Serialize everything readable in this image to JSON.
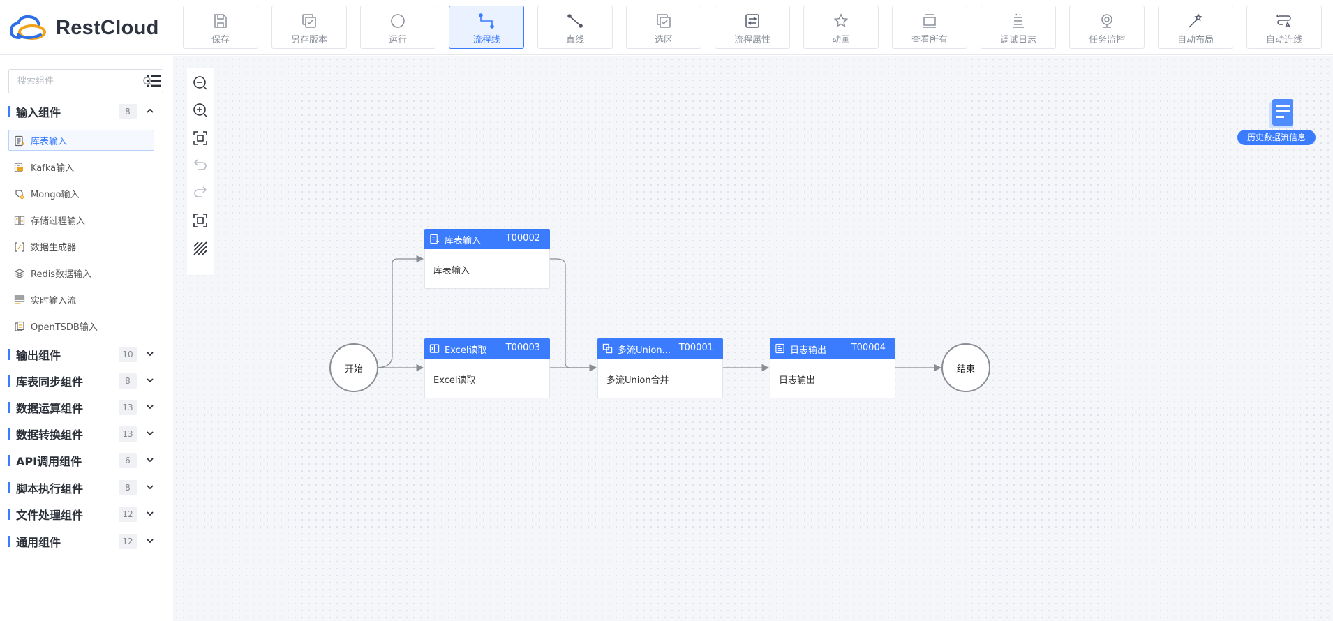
{
  "app": {
    "brand": "RestCloud"
  },
  "toolbar": [
    {
      "label": "保存",
      "icon": "save-icon"
    },
    {
      "label": "另存版本",
      "icon": "save-version-icon"
    },
    {
      "label": "运行",
      "icon": "run-icon"
    },
    {
      "label": "流程线",
      "icon": "flow-line-icon",
      "active": true
    },
    {
      "label": "直线",
      "icon": "straight-line-icon"
    },
    {
      "label": "选区",
      "icon": "selection-icon"
    },
    {
      "label": "流程属性",
      "icon": "flow-properties-icon"
    },
    {
      "label": "动画",
      "icon": "animation-star-icon"
    },
    {
      "label": "查看所有",
      "icon": "view-all-icon"
    },
    {
      "label": "调试日志",
      "icon": "debug-log-icon"
    },
    {
      "label": "任务监控",
      "icon": "task-monitor-icon"
    },
    {
      "label": "自动布局",
      "icon": "auto-layout-icon"
    },
    {
      "label": "自动连线",
      "icon": "auto-connect-icon"
    }
  ],
  "sidebar": {
    "search_placeholder": "搜索组件",
    "input_category": {
      "name": "输入组件",
      "count": "8"
    },
    "input_items": [
      {
        "label": "库表输入",
        "icon": "table-input-icon",
        "selected": true
      },
      {
        "label": "Kafka输入",
        "icon": "kafka-icon"
      },
      {
        "label": "Mongo输入",
        "icon": "mongo-icon"
      },
      {
        "label": "存储过程输入",
        "icon": "stored-procedure-icon"
      },
      {
        "label": "数据生成器",
        "icon": "data-generator-icon"
      },
      {
        "label": "Redis数据输入",
        "icon": "redis-icon"
      },
      {
        "label": "实时输入流",
        "icon": "realtime-stream-icon"
      },
      {
        "label": "OpenTSDB输入",
        "icon": "opentsdb-icon"
      }
    ],
    "categories": [
      {
        "name": "输出组件",
        "count": "10"
      },
      {
        "name": "库表同步组件",
        "count": "8"
      },
      {
        "name": "数据运算组件",
        "count": "13"
      },
      {
        "name": "数据转换组件",
        "count": "13"
      },
      {
        "name": "API调用组件",
        "count": "6"
      },
      {
        "name": "脚本执行组件",
        "count": "8"
      },
      {
        "name": "文件处理组件",
        "count": "12"
      },
      {
        "name": "通用组件",
        "count": "12"
      }
    ]
  },
  "canvas": {
    "history_button": "历史数据流信息",
    "start_label": "开始",
    "end_label": "结束",
    "nodes": [
      {
        "key": "table-input",
        "title": "库表输入",
        "id": "T00002",
        "body": "库表输入",
        "icon": "table-input-icon"
      },
      {
        "key": "excel-read",
        "title": "Excel读取",
        "id": "T00003",
        "body": "Excel读取",
        "icon": "excel-icon"
      },
      {
        "key": "union",
        "title": "多流Union...",
        "id": "T00001",
        "body": "多流Union合并",
        "icon": "union-icon"
      },
      {
        "key": "log-output",
        "title": "日志输出",
        "id": "T00004",
        "body": "日志输出",
        "icon": "log-icon"
      }
    ]
  },
  "colors": {
    "accent": "#3b7cff",
    "edge": "#8a8d94"
  }
}
